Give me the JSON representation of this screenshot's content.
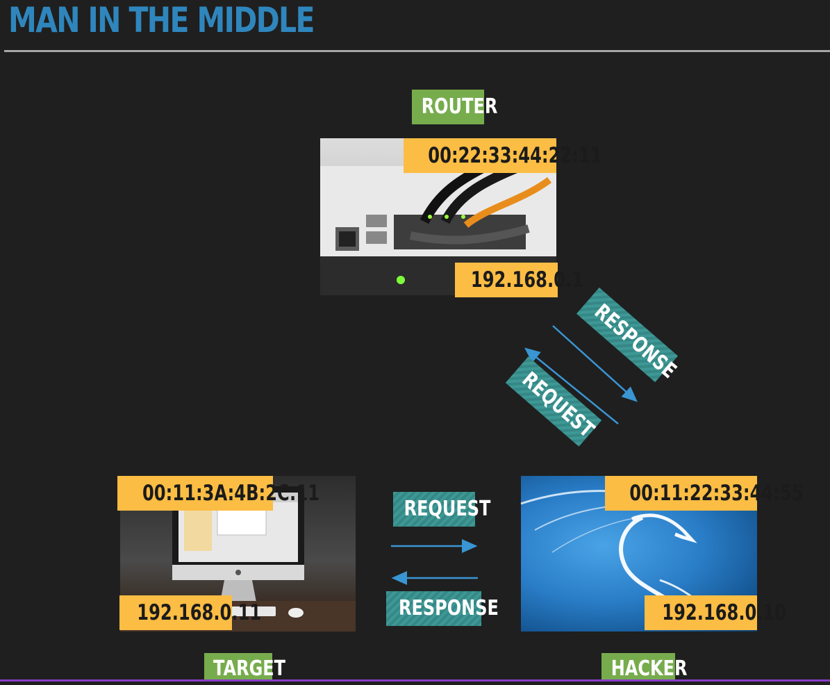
{
  "title": "MAN IN THE MIDDLE",
  "router": {
    "label": "ROUTER",
    "mac": "00:22:33:44:22:11",
    "ip": "192.168.0.1"
  },
  "target": {
    "label": "TARGET",
    "mac": "00:11:3A:4B:2C:11",
    "ip": "192.168.0.11"
  },
  "hacker": {
    "label": "HACKER",
    "mac": "00:11:22:33:44:55",
    "ip": "192.168.0.10"
  },
  "links": {
    "router_hacker": {
      "response": "RESPONSE",
      "request": "REQUEST"
    },
    "target_hacker": {
      "request": "REQUEST",
      "response": "RESPONSE"
    }
  },
  "colors": {
    "title": "#2f86bd",
    "node_label": "#77ac4d",
    "address_label": "#fbbd44",
    "message_label": "#3e9895",
    "arrow": "#3a95d3",
    "background": "#1f1f1f"
  }
}
